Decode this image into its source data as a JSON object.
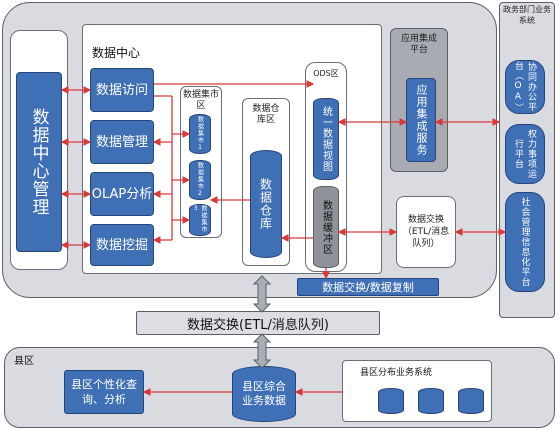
{
  "top_region": {
    "data_center_label": "数据中心",
    "management": "数据中心管理",
    "left_boxes": [
      "数据访问",
      "数据管理",
      "OLAP分析",
      "数据挖掘"
    ],
    "mart": {
      "label": "数据集市区",
      "items": [
        "数据集市1",
        "数据集市2",
        "数据集市3"
      ]
    },
    "warehouse": {
      "label": "数据仓库区",
      "store": "数据仓库"
    },
    "ods": {
      "label": "ODS区",
      "view": "统一数据视图",
      "buffer": "数据缓冲区"
    },
    "app_integration": {
      "label": "应用集成平台",
      "service": "应用集成服务"
    },
    "exchange_box": "数据交换（ETL/消息队列）",
    "exchange_bar": "数据交换/数据复制"
  },
  "right_region": {
    "title": "政务部门业务系统",
    "systems": [
      "协同办公平台（OA）",
      "权力事项运行平台",
      "社会管理信息化平台"
    ]
  },
  "middle_bar": "数据交换(ETL/消息队列)",
  "county": {
    "label": "县区",
    "personal": "县区个性化查询、分析",
    "integrated": "县区综合业务数据",
    "distributed": "县区分布业务系统"
  }
}
